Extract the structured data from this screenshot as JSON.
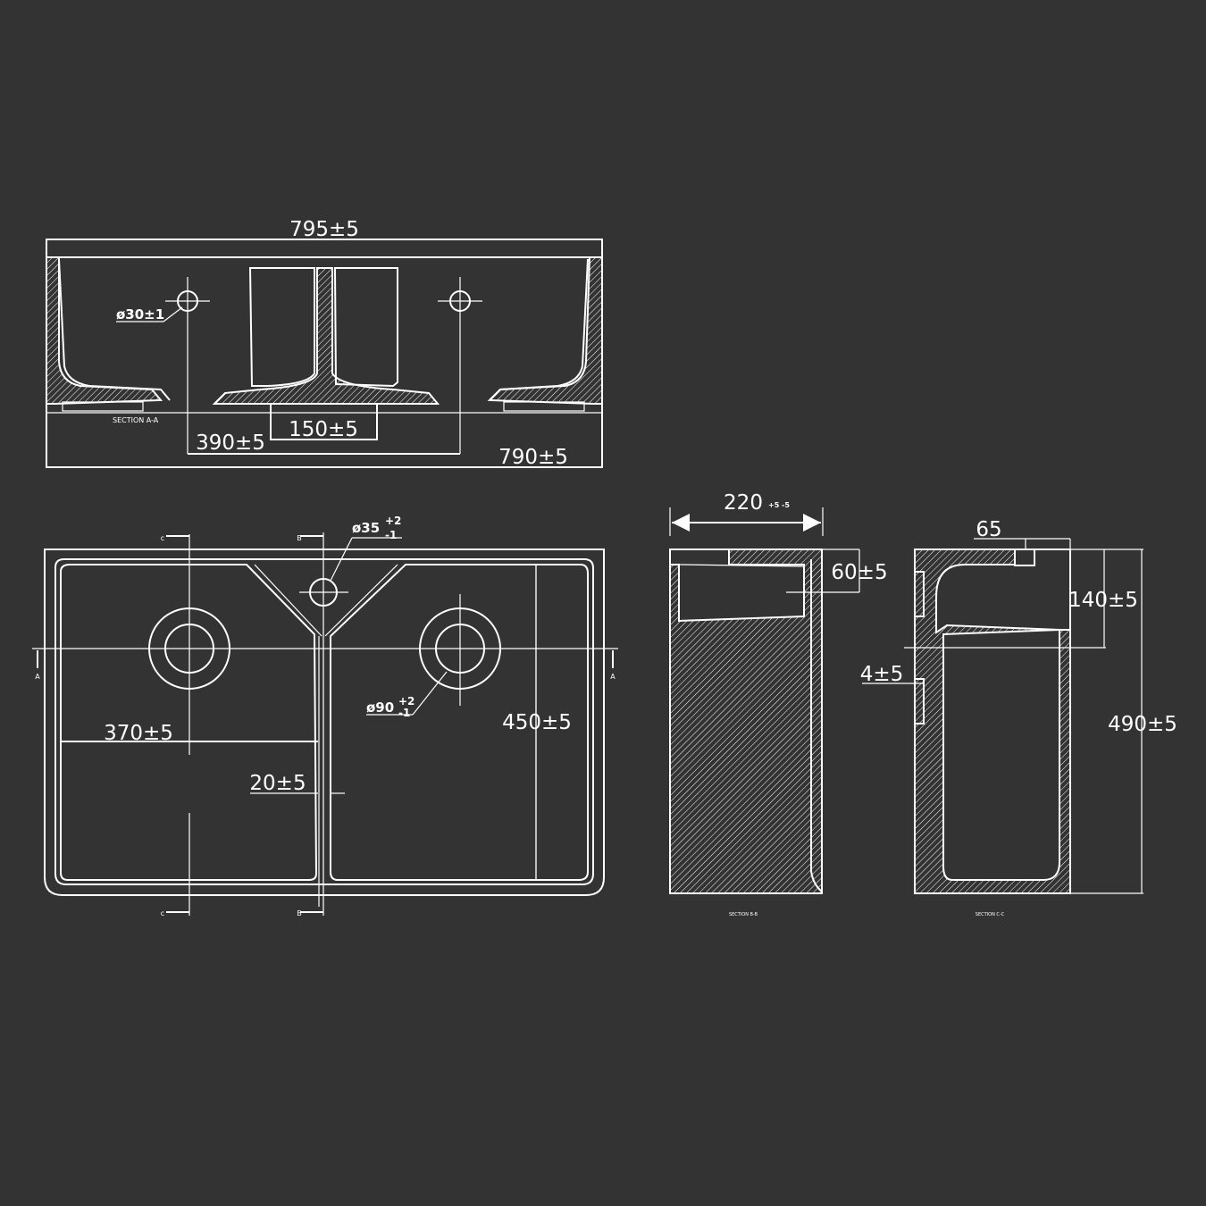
{
  "section_top": {
    "overall_width": "795±5",
    "inner_width": "790±5",
    "tap_hole_diameter": "ø30±1",
    "tap_spacing": "390±5",
    "divider_width": "150±5",
    "section_label": "SECTION A-A"
  },
  "plan_view": {
    "center_hole": "ø35",
    "center_hole_tol_plus": "+2",
    "center_hole_tol_minus": "-1",
    "drain_diameter": "ø90",
    "drain_tol_plus": "+2",
    "drain_tol_minus": "-1",
    "bowl_width": "370±5",
    "divider_gap": "20±5",
    "depth": "450±5",
    "marker_a": "A",
    "marker_b": "B"
  },
  "side_view": {
    "width": "220",
    "width_tol": "+5 -5",
    "rim_height": "60±5",
    "label": "SECTION B-B"
  },
  "end_view": {
    "apron_offset": "65",
    "upper_height": "140±5",
    "wall_step": "4±5",
    "total_height": "490±5",
    "label": "SECTION C-C"
  },
  "colors": {
    "background": "#333333",
    "lines": "#ffffff"
  }
}
